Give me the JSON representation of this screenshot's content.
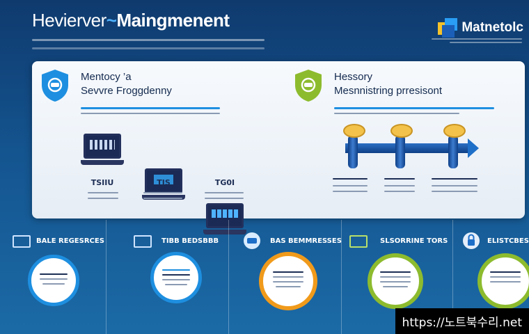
{
  "header": {
    "title_part1": "Hevierver",
    "title_part2": "Maingmenent",
    "brand_name": "Matnetolc"
  },
  "panel_left": {
    "heading_line1": "Mentocy ’a",
    "heading_line2": "Sevvre Froggdenny",
    "devices": [
      {
        "label": "TSIIU"
      },
      {
        "label": "TJS"
      },
      {
        "label": "TG0I"
      }
    ]
  },
  "panel_right": {
    "heading_line1": "Hessory",
    "heading_line2": "Mesnnistring prresisont"
  },
  "bottom_sections": [
    {
      "label": "BALE REGESRCES"
    },
    {
      "label": "TIBB  BEDSBBB"
    },
    {
      "label": "BAS BEMMRESSES"
    },
    {
      "label": "SLSORRINE TORS"
    },
    {
      "label": "ELISTCBES"
    }
  ],
  "watermark": "https://노트북수리.net",
  "colors": {
    "background": "#14548f",
    "accent_blue": "#1e8fe0",
    "accent_green": "#8dbb2e",
    "accent_orange": "#f09a1b"
  }
}
